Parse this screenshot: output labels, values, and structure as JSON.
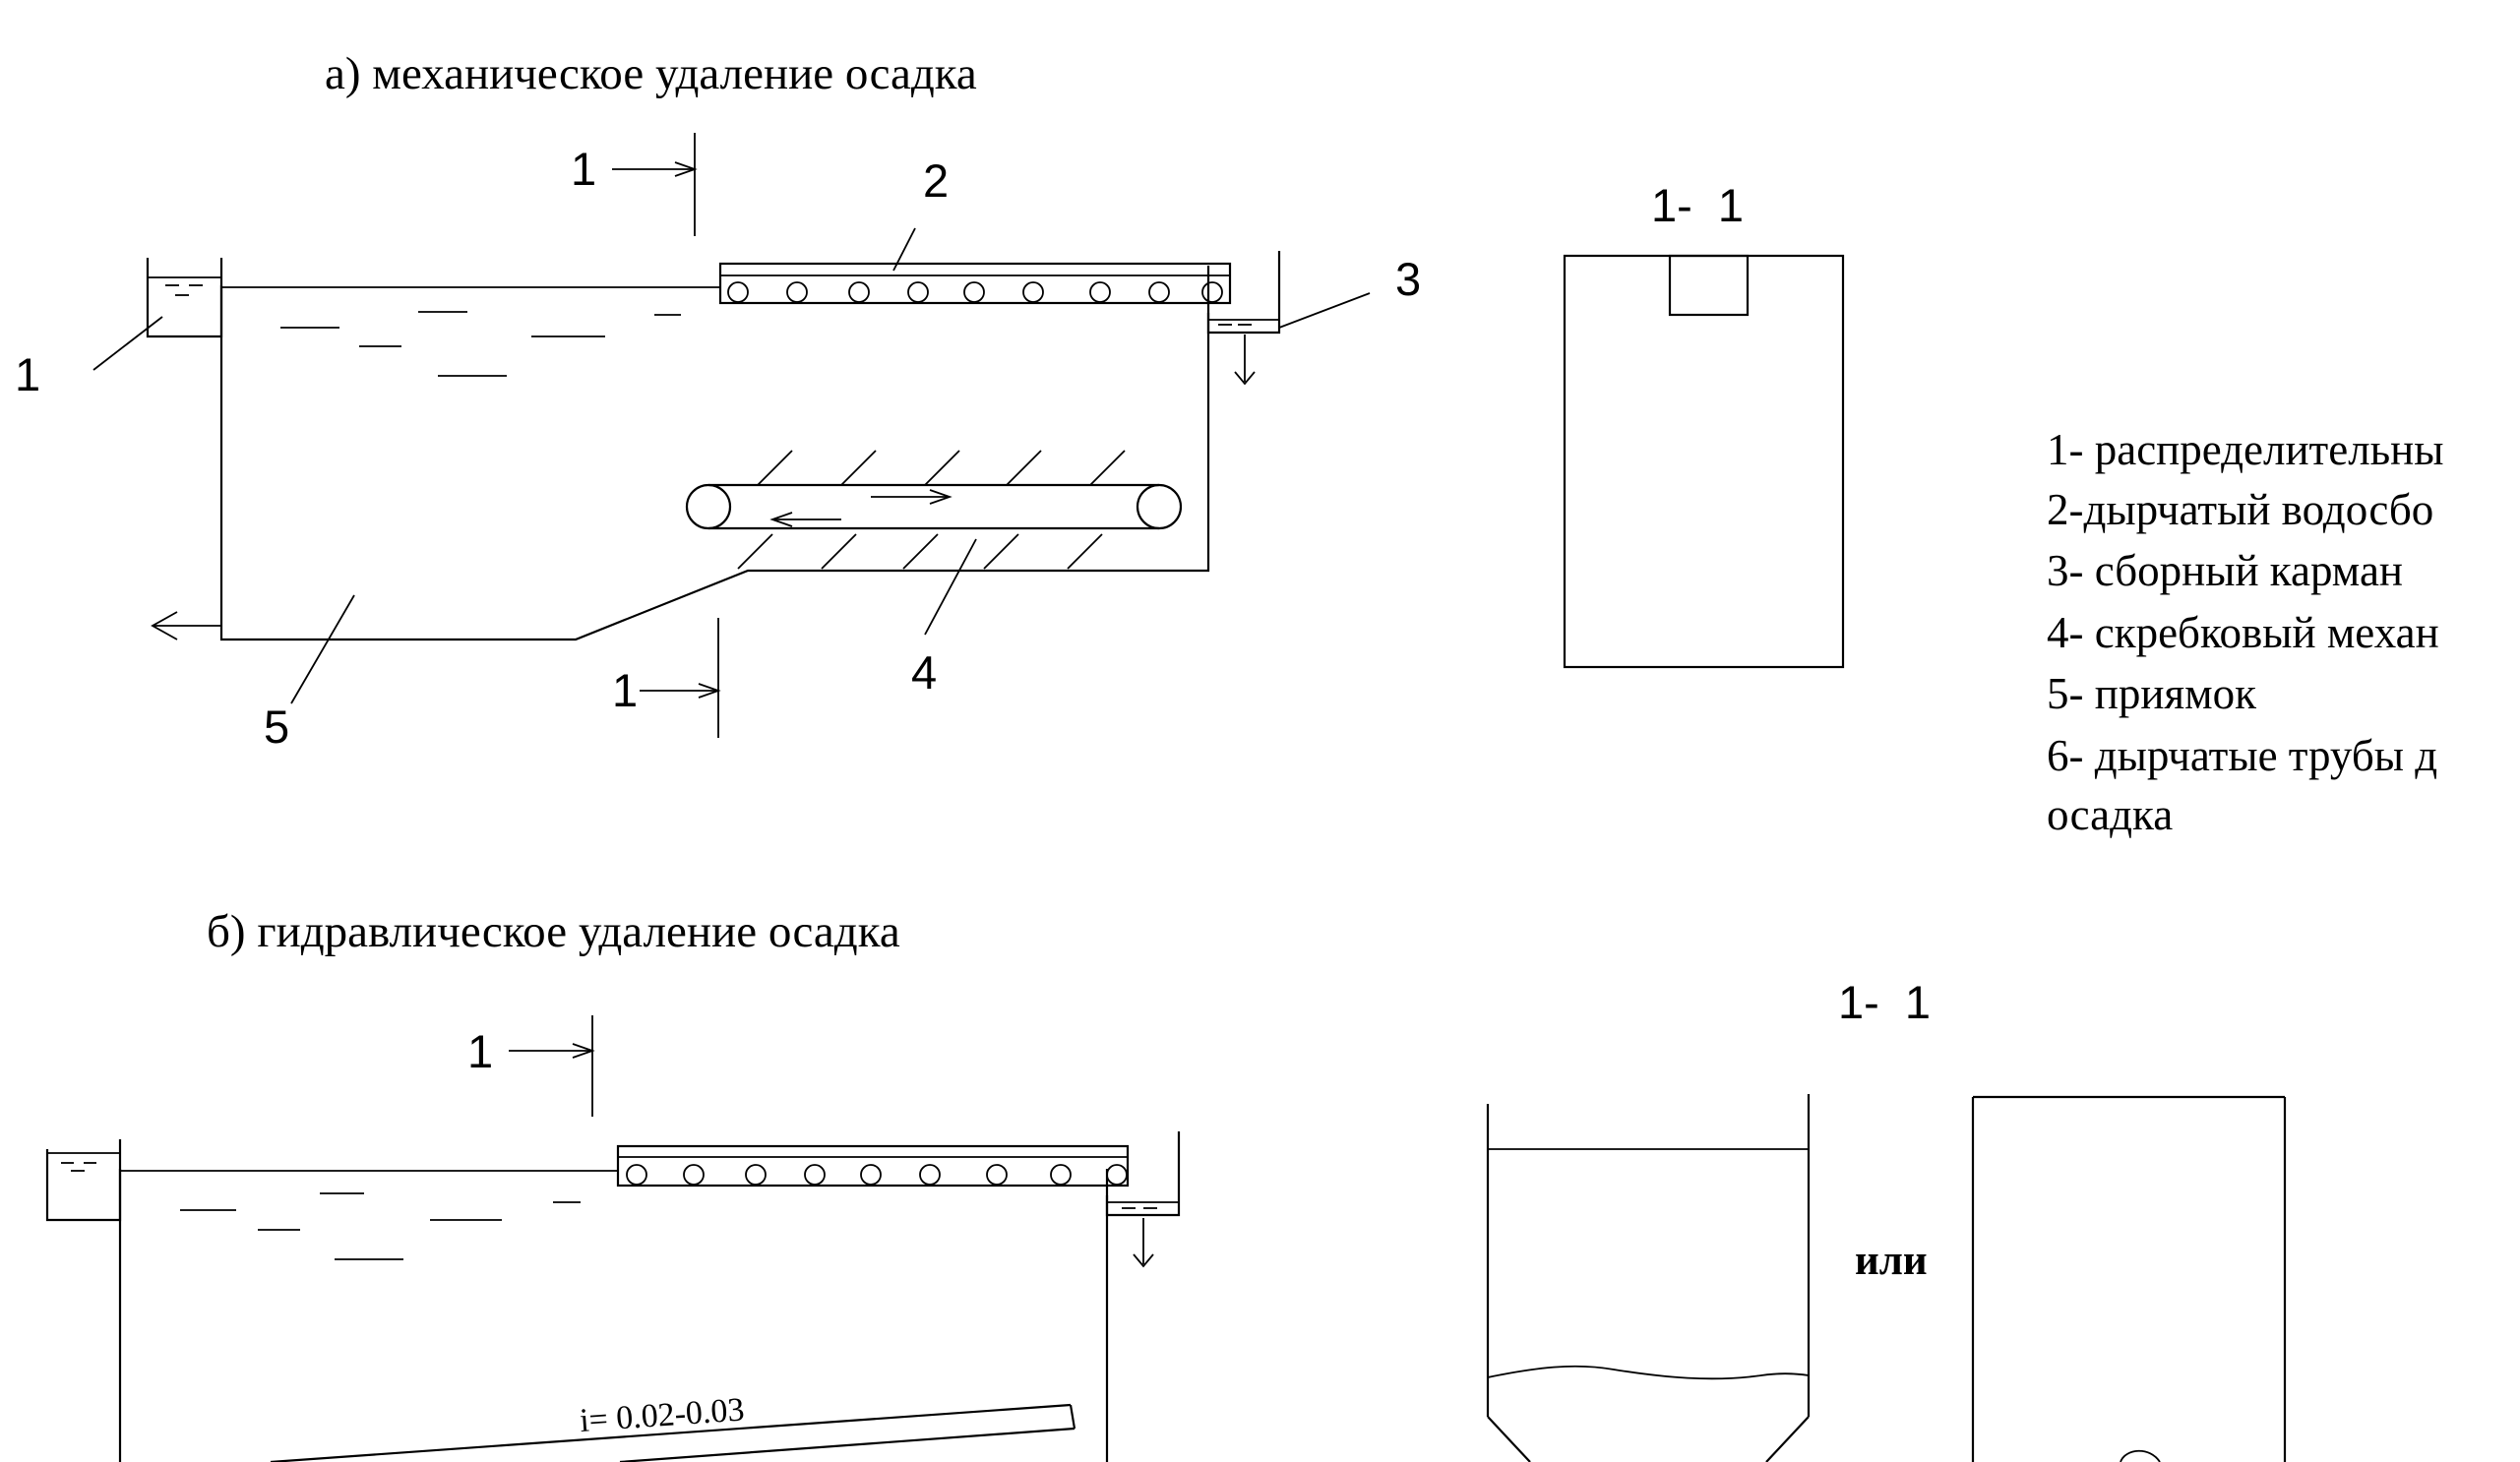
{
  "headings": {
    "mechanical": "а) механическое удаление осадка",
    "hydraulic": "б) гидравлическое удаление осадка"
  },
  "section_labels": {
    "top": "1-  1",
    "bottom": "1-  1"
  },
  "callouts": {
    "a_section_top": "1",
    "a_section_bottom": "1",
    "a_inlet": "1",
    "a_collector": "2",
    "a_pocket": "3",
    "a_scraper": "4",
    "a_sump": "5",
    "b_section_top": "1"
  },
  "slope": "i= 0.02-0.03",
  "or_label": "или",
  "legend": [
    "1- распределительны",
    "2-дырчатый водосбо",
    "3- сборный карман",
    "4- скребковый механ",
    "5- приямок",
    "6- дырчатые трубы д",
    "осадка"
  ]
}
